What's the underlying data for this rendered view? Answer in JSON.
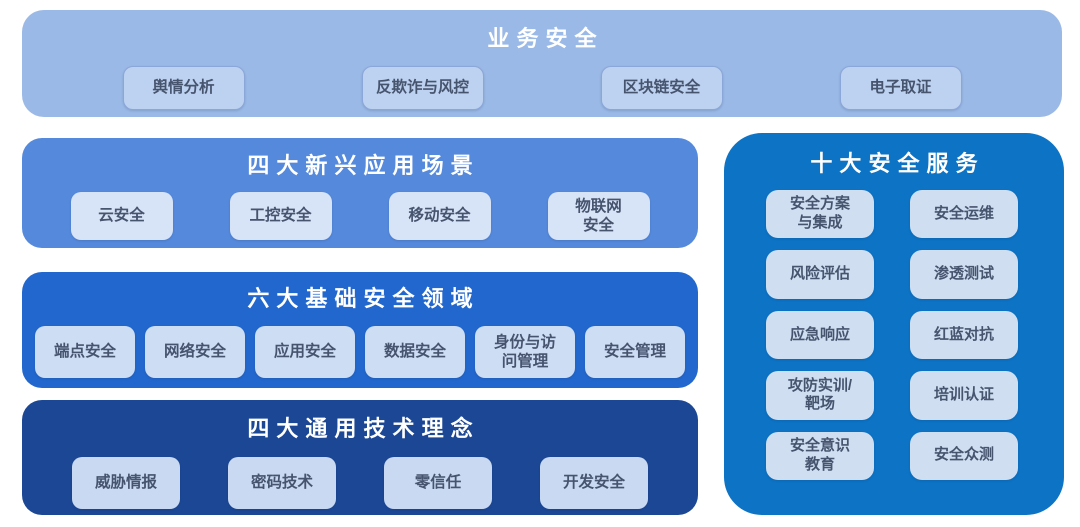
{
  "colors": {
    "background": "#ffffff",
    "band1_bg": "#9bb9e6",
    "band1_chip_bg": "#bdd2f0",
    "band2_bg": "#5589dc",
    "band2_chip_bg": "#d7e3f6",
    "band3_bg": "#2267cd",
    "band3_chip_bg": "#cdddf4",
    "band4_bg": "#1b4795",
    "band4_chip_bg": "#c8d9f1",
    "panel_bg": "#0c73c5",
    "panel_chip_bg": "#cfdff1",
    "title_text": "#ffffff",
    "chip_text": "#47546e"
  },
  "bands": [
    {
      "title": "业务安全",
      "items": [
        {
          "text": "舆情分析"
        },
        {
          "text": "反欺诈与风控"
        },
        {
          "text": "区块链安全"
        },
        {
          "text": "电子取证"
        }
      ]
    },
    {
      "title": "四大新兴应用场景",
      "items": [
        {
          "text": "云安全"
        },
        {
          "text": "工控安全"
        },
        {
          "text": "移动安全"
        },
        {
          "text": "物联网",
          "text2": "安全"
        }
      ]
    },
    {
      "title": "六大基础安全领域",
      "items": [
        {
          "text": "端点安全"
        },
        {
          "text": "网络安全"
        },
        {
          "text": "应用安全"
        },
        {
          "text": "数据安全"
        },
        {
          "text": "身份与访",
          "text2": "问管理"
        },
        {
          "text": "安全管理"
        }
      ]
    },
    {
      "title": "四大通用技术理念",
      "items": [
        {
          "text": "威胁情报"
        },
        {
          "text": "密码技术"
        },
        {
          "text": "零信任"
        },
        {
          "text": "开发安全"
        }
      ]
    }
  ],
  "services_panel": {
    "title": "十大安全服务",
    "items": [
      {
        "text": "安全方案",
        "text2": "与集成"
      },
      {
        "text": "安全运维"
      },
      {
        "text": "风险评估"
      },
      {
        "text": "渗透测试"
      },
      {
        "text": "应急响应"
      },
      {
        "text": "红蓝对抗"
      },
      {
        "text": "攻防实训/",
        "text2": "靶场"
      },
      {
        "text": "培训认证"
      },
      {
        "text": "安全意识",
        "text2": "教育"
      },
      {
        "text": "安全众测"
      }
    ]
  }
}
